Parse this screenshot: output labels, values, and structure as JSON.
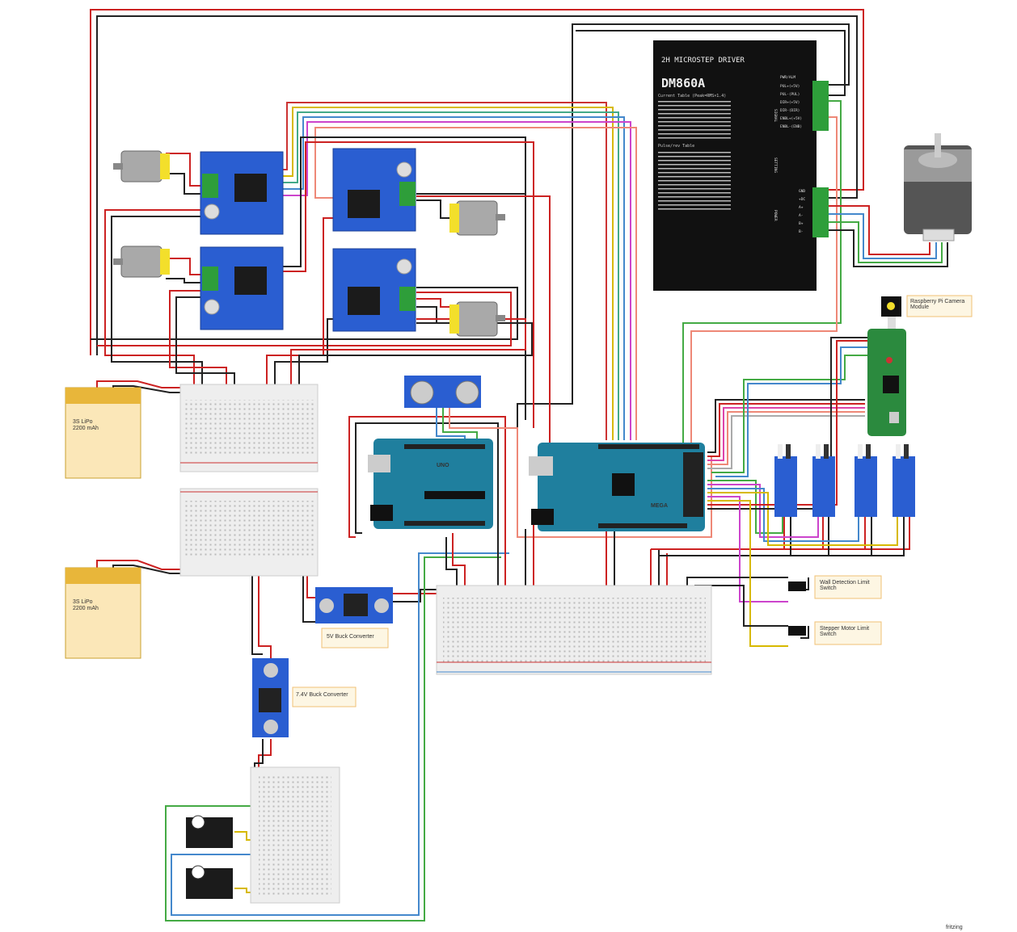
{
  "driver": {
    "header": "2H MICROSTEP DRIVER",
    "model": "DM860A",
    "current_table_title": "Current Table (Peak=RMS×1.4)",
    "pulse_table_title": "Pulse/rev Table",
    "signal_pins": [
      "PWR/ALM",
      "PUL+(+5V)",
      "PUL-(PUL)",
      "DIR+(+5V)",
      "DIR-(DIR)",
      "ENBL+(+5V)",
      "ENBL-(ENB)"
    ],
    "group_signal": "SIGNAL",
    "group_setting": "SETTING",
    "group_power": "POWER",
    "power_pins": [
      "GND",
      "+DC",
      "A+",
      "A-",
      "B+",
      "B-"
    ]
  },
  "labels": {
    "battery1": "3S LiPo",
    "battery1_cap": "2200 mAh",
    "battery2": "3S LiPo",
    "battery2_cap": "2200 mAh",
    "buck5v": "5V Buck Converter",
    "buck74": "7.4V Buck Converter",
    "camera": "Raspberry Pi Camera Module",
    "wall_switch": "Wall Detection Limit Switch",
    "stepper_switch": "Stepper Motor Limit Switch",
    "uno": "UNO",
    "mega": "MEGA",
    "fritzing": "fritzing"
  }
}
